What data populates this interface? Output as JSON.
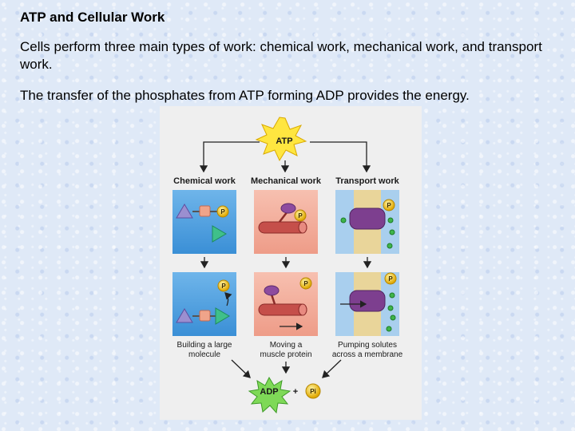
{
  "heading": "ATP and Cellular Work",
  "paragraph1": "Cells perform three main types of work: chemical work, mechanical work, and transport work.",
  "paragraph2": "The transfer of the phosphates from ATP forming ADP provides the energy.",
  "figure": {
    "atp_label": "ATP",
    "columns": [
      "Chemical work",
      "Mechanical work",
      "Transport work"
    ],
    "captions": [
      [
        "Building a large",
        "molecule"
      ],
      [
        "Moving a",
        "muscle protein"
      ],
      [
        "Pumping solutes",
        "across a membrane"
      ]
    ],
    "adp_label": "ADP",
    "plus": "+",
    "phosphate": "P",
    "phosphate_inorganic": "Pi"
  }
}
